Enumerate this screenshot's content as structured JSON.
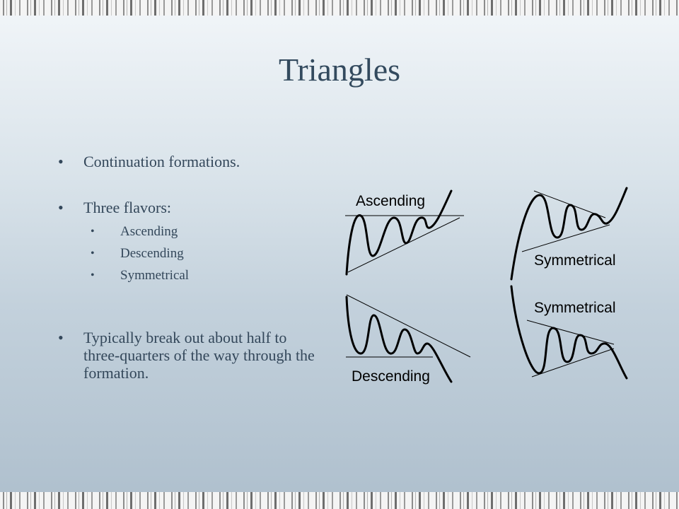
{
  "slide": {
    "title": "Triangles",
    "bullets": {
      "item1": "Continuation formations.",
      "item2": "Three flavors:",
      "flavors": [
        "Ascending",
        "Descending",
        "Symmetrical"
      ],
      "item3": "Typically break out about half to three-quarters of the way through the formation."
    }
  },
  "diagram": {
    "labels": {
      "ascending": "Ascending",
      "descending": "Descending",
      "symmetrical_top": "Symmetrical",
      "symmetrical_bottom": "Symmetrical"
    }
  }
}
